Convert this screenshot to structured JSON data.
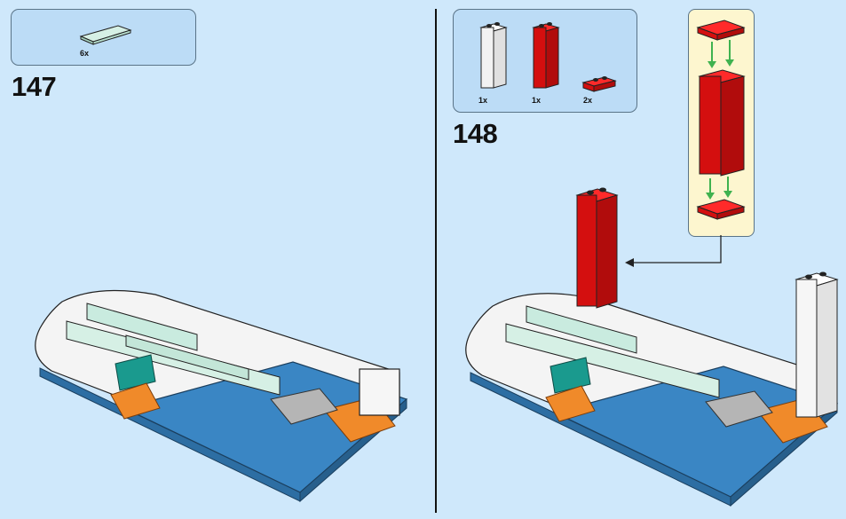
{
  "steps": [
    {
      "number": "147",
      "parts": [
        {
          "name": "light-aqua-tile-1x4",
          "quantity": "6x"
        }
      ]
    },
    {
      "number": "148",
      "parts": [
        {
          "name": "white-brick-1x2x5",
          "quantity": "1x"
        },
        {
          "name": "red-brick-1x2x5",
          "quantity": "1x"
        },
        {
          "name": "red-plate-1x2",
          "quantity": "2x"
        }
      ]
    }
  ],
  "colors": {
    "background": "#cfe8fb",
    "parts_box": "#bcdcf6",
    "callout": "#fdf6cf",
    "red": "#d40f0f",
    "white": "#ffffff",
    "blue": "#2f7ab8",
    "orange": "#f08a2a",
    "teal": "#1a9a8e",
    "light_aqua": "#c9ebdf",
    "arrow_green": "#3fb24f"
  }
}
